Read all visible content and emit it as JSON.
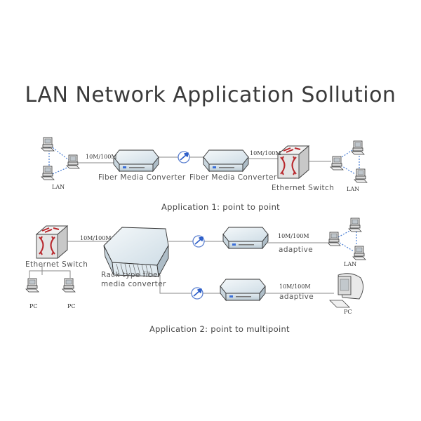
{
  "title": "LAN Network Application Sollution",
  "application1": {
    "caption": "Application 1: point to point",
    "left_lan_label": "LAN",
    "right_lan_label": "LAN",
    "speed_left": "10M/100M",
    "speed_right": "10M/100M",
    "converter_left_label": "Fiber Media Converter",
    "converter_right_label": "Fiber Media Converter",
    "switch_label": "Ethernet Switch"
  },
  "application2": {
    "caption": "Application 2: point to multipoint",
    "switch_label": "Ethernet Switch",
    "speed_switch": "10M/100M",
    "pc_left_label": "PC",
    "pc_right_label": "PC",
    "rack_label_line1": "Rack type fiber",
    "rack_label_line2": "media converter",
    "branch_top": {
      "speed": "10M/100M",
      "mode": "adaptive",
      "endpoint_label": "LAN"
    },
    "branch_bottom": {
      "speed": "10M/100M",
      "mode": "adaptive",
      "endpoint_label": "PC"
    }
  },
  "colors": {
    "text": "#3a3a3a",
    "line": "#888888",
    "lan_link": "#4a7fd6",
    "device_face": "#dfeaf0",
    "switch_arrow": "#b8262b",
    "fiber_icon": "#3b6fd8"
  }
}
